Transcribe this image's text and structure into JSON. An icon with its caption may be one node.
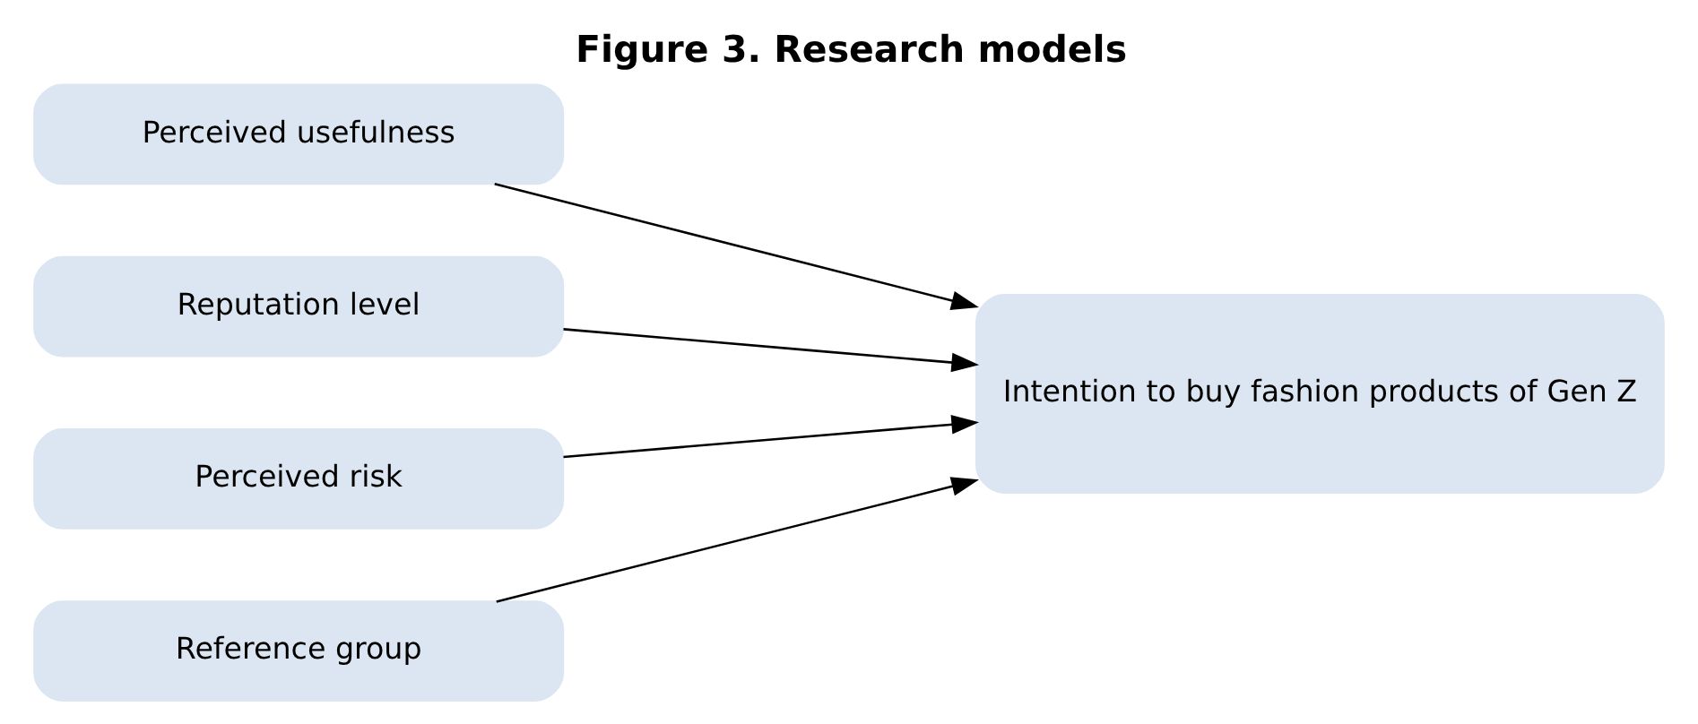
{
  "diagram": {
    "title": "Figure 3. Research models",
    "nodes": [
      {
        "text": [
          "Perceived usefulness"
        ]
      },
      {
        "text": [
          "Reputation level"
        ]
      },
      {
        "text": [
          "Perceived risk"
        ]
      },
      {
        "text": [
          "Reference group"
        ]
      },
      {
        "text": [
          "Intention to buy fashion products of Gen Z"
        ]
      }
    ],
    "edges": [
      {
        "from": 0,
        "to": 4,
        "arrow": "to"
      },
      {
        "from": 1,
        "to": 4,
        "arrow": "to"
      },
      {
        "from": 2,
        "to": 4,
        "arrow": "to"
      },
      {
        "from": 3,
        "to": 4,
        "arrow": "to"
      }
    ]
  }
}
